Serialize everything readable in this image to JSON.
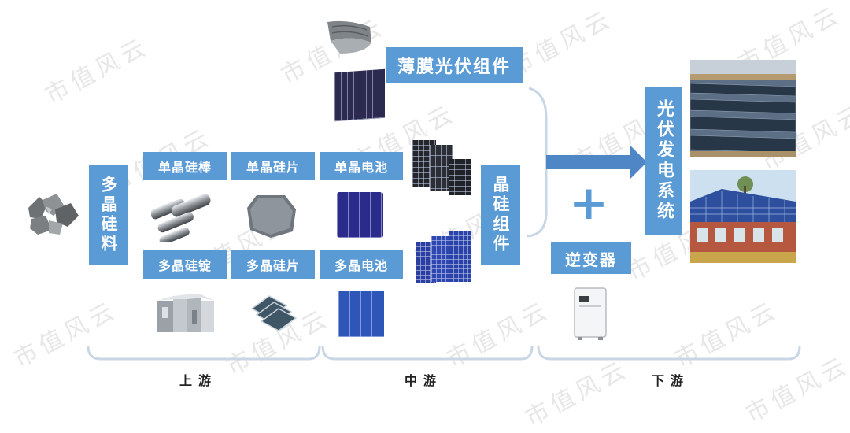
{
  "raw": {
    "label": "多晶硅料"
  },
  "upstream": {
    "mono_rod": "单晶硅棒",
    "mono_wafer": "单晶硅片",
    "poly_ingot": "多晶硅锭",
    "poly_wafer": "多晶硅片"
  },
  "midstream": {
    "mono_cell": "单晶电池",
    "poly_cell": "多晶电池",
    "thin_film": "薄膜光伏组件",
    "crystal_module": "晶硅组件"
  },
  "downstream": {
    "inverter": "逆变器",
    "pv_system": "光伏发电系统",
    "plus": "+"
  },
  "stages": {
    "up": "上游",
    "mid": "中游",
    "down": "下游"
  },
  "watermark": "市值风云",
  "colors": {
    "box": "#5b9bd5",
    "arrow": "#4f86c6",
    "bracket": "#c9d6e6"
  }
}
